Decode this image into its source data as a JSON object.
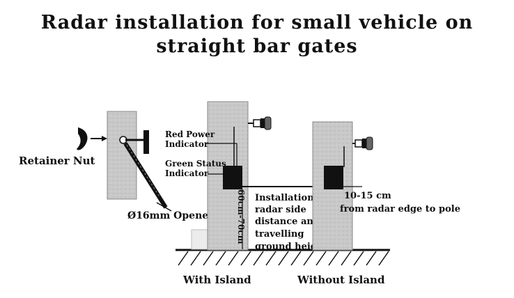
{
  "title": {
    "line1": "Radar installation for small vehicle on",
    "line2": "straight bar gates"
  },
  "labels": {
    "retainer_nut": "Retainer Nut",
    "opener": "Ø16mm Opener",
    "red_power_1": "Red Power",
    "red_power_2": "Indicator",
    "green_status_1": "Green Status",
    "green_status_2": "Indicator",
    "height": "60cm-70cm",
    "install_1": "Installation of",
    "install_2": "radar side",
    "install_3": "distance and",
    "install_4": "travelling",
    "install_5": "ground height",
    "distance_1": "10-15 cm",
    "distance_2": "from radar edge to pole",
    "with_island": "With Island",
    "without_island": "Without Island"
  },
  "colors": {
    "pole": "#c9c9c9",
    "pole_edge": "#8a8a8a",
    "island": "#ececec",
    "ink": "#111111"
  }
}
